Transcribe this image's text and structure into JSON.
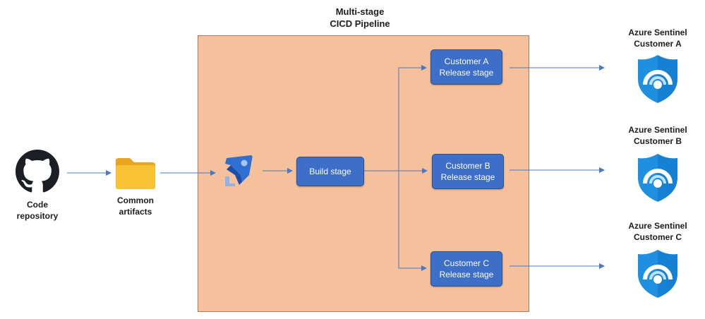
{
  "title": {
    "line1": "Multi-stage",
    "line2": "CICD Pipeline"
  },
  "source": {
    "line1": "Code",
    "line2": "repository",
    "icon": "github-icon"
  },
  "artifacts": {
    "line1": "Common",
    "line2": "artifacts",
    "icon": "folder-icon"
  },
  "pipeline": {
    "icon": "azure-pipelines-icon"
  },
  "build": {
    "label": "Build stage"
  },
  "releases": [
    {
      "line1": "Customer A",
      "line2": "Release stage"
    },
    {
      "line1": "Customer B",
      "line2": "Release stage"
    },
    {
      "line1": "Customer C",
      "line2": "Release stage"
    }
  ],
  "targets": [
    {
      "line1": "Azure Sentinel",
      "line2": "Customer A",
      "icon": "sentinel-shield-icon"
    },
    {
      "line1": "Azure Sentinel",
      "line2": "Customer B",
      "icon": "sentinel-shield-icon"
    },
    {
      "line1": "Azure Sentinel",
      "line2": "Customer C",
      "icon": "sentinel-shield-icon"
    }
  ],
  "colors": {
    "pipeline_bg": "#f5c19c",
    "stage_fill": "#3d6fc9",
    "arrow": "#4a78c4",
    "shield": "#1f8fe0",
    "folder": "#f7c233"
  }
}
